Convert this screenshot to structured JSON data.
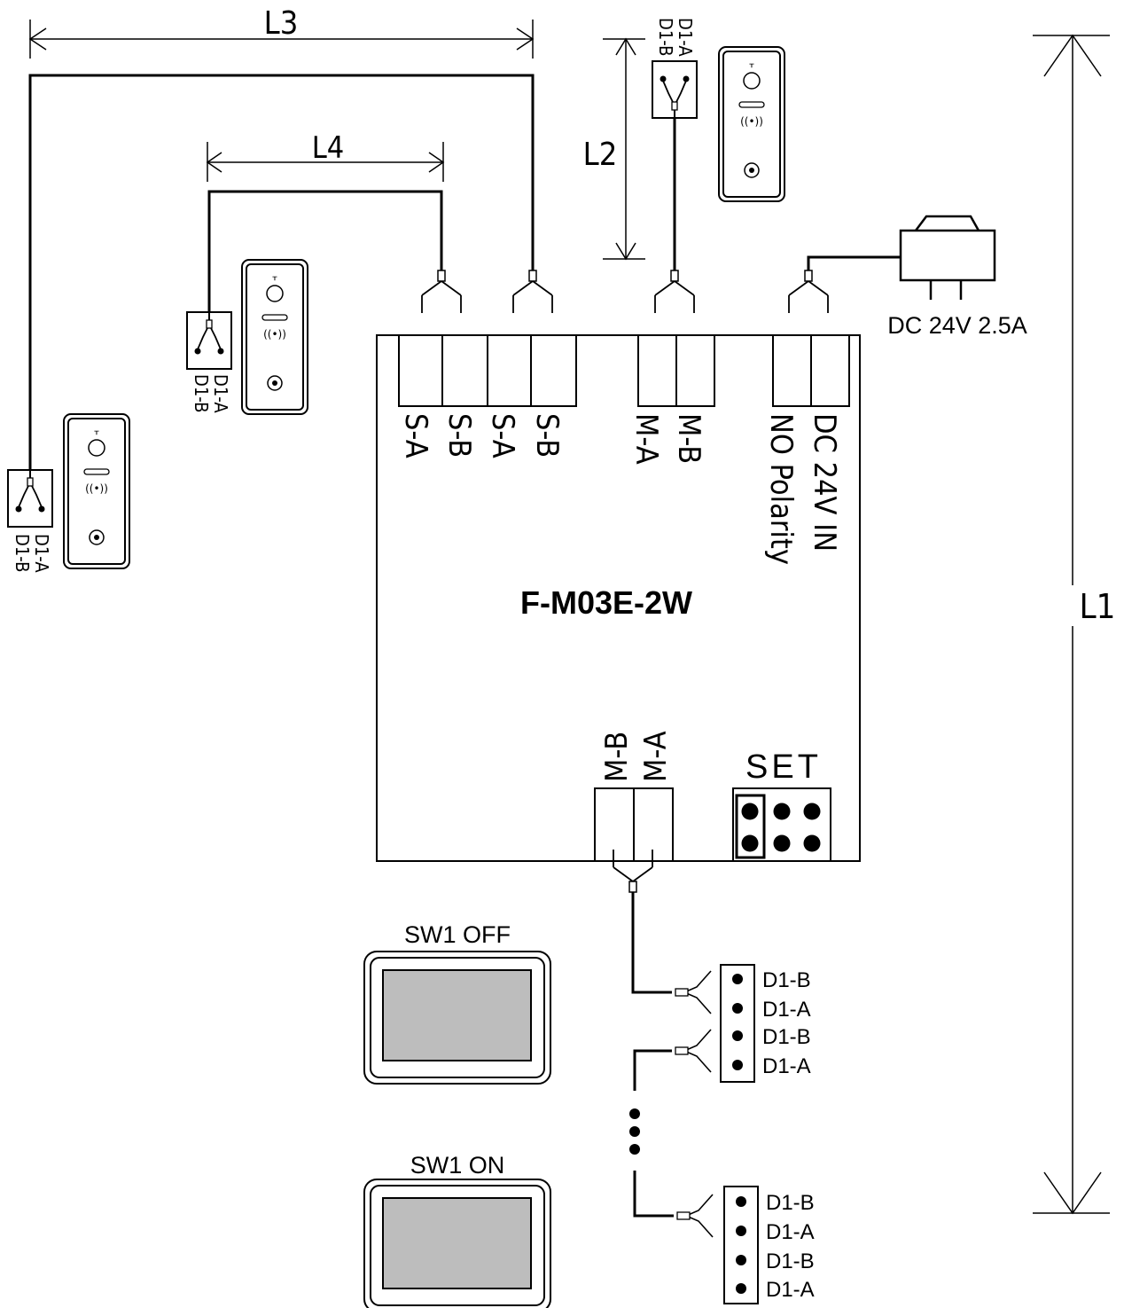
{
  "dimensions": {
    "l1": "L1",
    "l2": "L2",
    "l3": "L3",
    "l4": "L4"
  },
  "controller": {
    "model": "F-M03E-2W",
    "top_terminals": [
      "S-A",
      "S-B",
      "S-A",
      "S-B",
      "M-A",
      "M-B"
    ],
    "power_terminal_1": "NO Polarity",
    "power_terminal_2": "DC 24V IN",
    "bottom_terminals": [
      "M-B",
      "M-A"
    ],
    "set_label": "SET"
  },
  "power_supply": {
    "label": "DC 24V 2.5A"
  },
  "door_stations": {
    "wire_label_a": "D1-A",
    "wire_label_b": "D1-B"
  },
  "monitors": [
    {
      "label": "SW1 OFF"
    },
    {
      "label": "SW1 ON"
    }
  ],
  "monitor_terminals": [
    "D1-B",
    "D1-A",
    "D1-B",
    "D1-A"
  ]
}
